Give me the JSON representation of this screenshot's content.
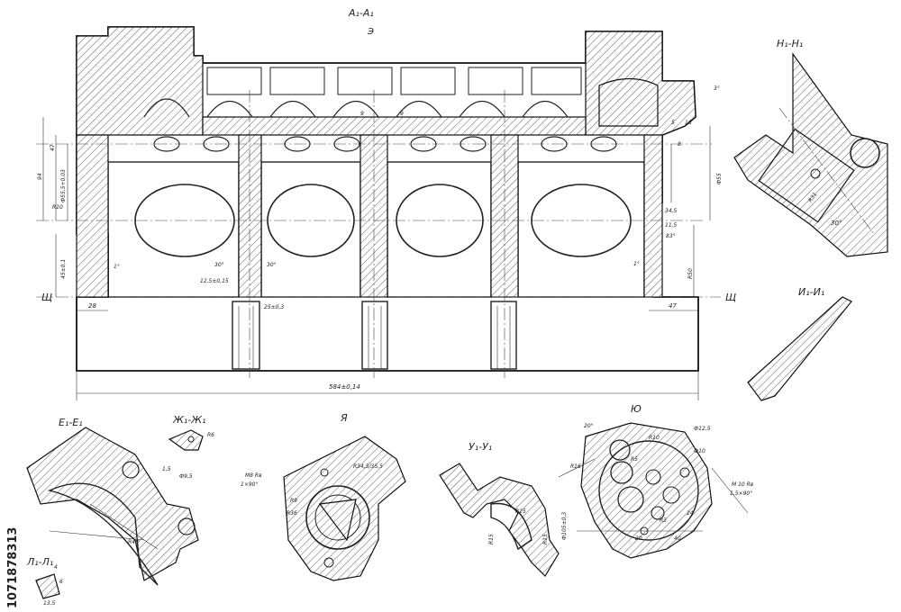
{
  "section_titles": {
    "main": "А₁-А₁",
    "h": "Н₁-Н₁",
    "i": "И₁-И₁",
    "e": "Е₁-Е₁",
    "zh": "Ж₁-Ж₁",
    "ya": "Я",
    "u": "У₁-У₁",
    "yu": "Ю",
    "l": "Л₁-Л₁"
  },
  "view_marks": {
    "e": "Э",
    "shch_left": "Щ",
    "shch_right": "Щ"
  },
  "dimensions": {
    "overall": "584±0,14",
    "d28": "28",
    "d47": "47",
    "d25": "25±0,3",
    "d12": "12,5±0,15",
    "d30a": "30°",
    "d30b": "30°",
    "d9a": "9",
    "d9b": "9",
    "d47v": "47",
    "d94": "94",
    "d55": "Ф55,5+0,03",
    "r10": "R10",
    "d45": "45±0,1",
    "d1a": "1°",
    "d1b": "1°",
    "d3": "3°",
    "d16": "16",
    "d5": "5",
    "d8": "8",
    "d55r": "Ф55",
    "d34": "34,5",
    "d11": "11,5",
    "d83": "83°",
    "d50": "R50",
    "r31": "R31",
    "a30": "30°",
    "r48": "R48",
    "d15": "1,5",
    "d9_5": "Ф9,5",
    "r6": "R6",
    "m8": "M8 Rв",
    "m8b": "1×90°",
    "r34": "R34,5/35,5",
    "r9": "R9",
    "r36": "R36",
    "r25": "R25",
    "r15a": "R15",
    "r15b": "R15",
    "a20": "20°",
    "f12": "Ф12,5",
    "r10b": "R10",
    "f10": "Ф10",
    "r16": "R16",
    "m10": "M 10 Rв",
    "m10b": "1,5×90°",
    "d20": "20",
    "d40": "40",
    "d24": "24",
    "r5": "R5",
    "d4": "4",
    "d6": "6",
    "d13": "13,5",
    "r3": "R3",
    "d105": "Ф105±0,3"
  },
  "stock_watermark_id": "1071878313"
}
